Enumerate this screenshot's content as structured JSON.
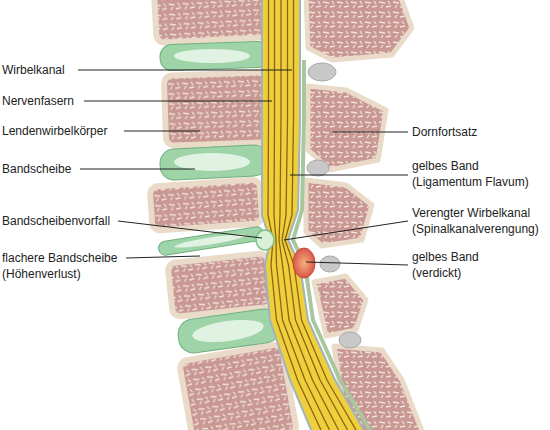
{
  "diagram": {
    "labels": [
      "Wirbelkanal",
      "Nervenfasern",
      "Lendenwirbelkörper",
      "Bandscheibe",
      "Bandscheibenvorfall",
      "flachere Bandscheibe (Höhenverlust)",
      "Dornfortsatz",
      "gelbes Band (Ligamentum Flavum)",
      "Verengter Wirbelkanal (Spinalkanalverengung)",
      "gelbes Band (verdickt)"
    ]
  }
}
